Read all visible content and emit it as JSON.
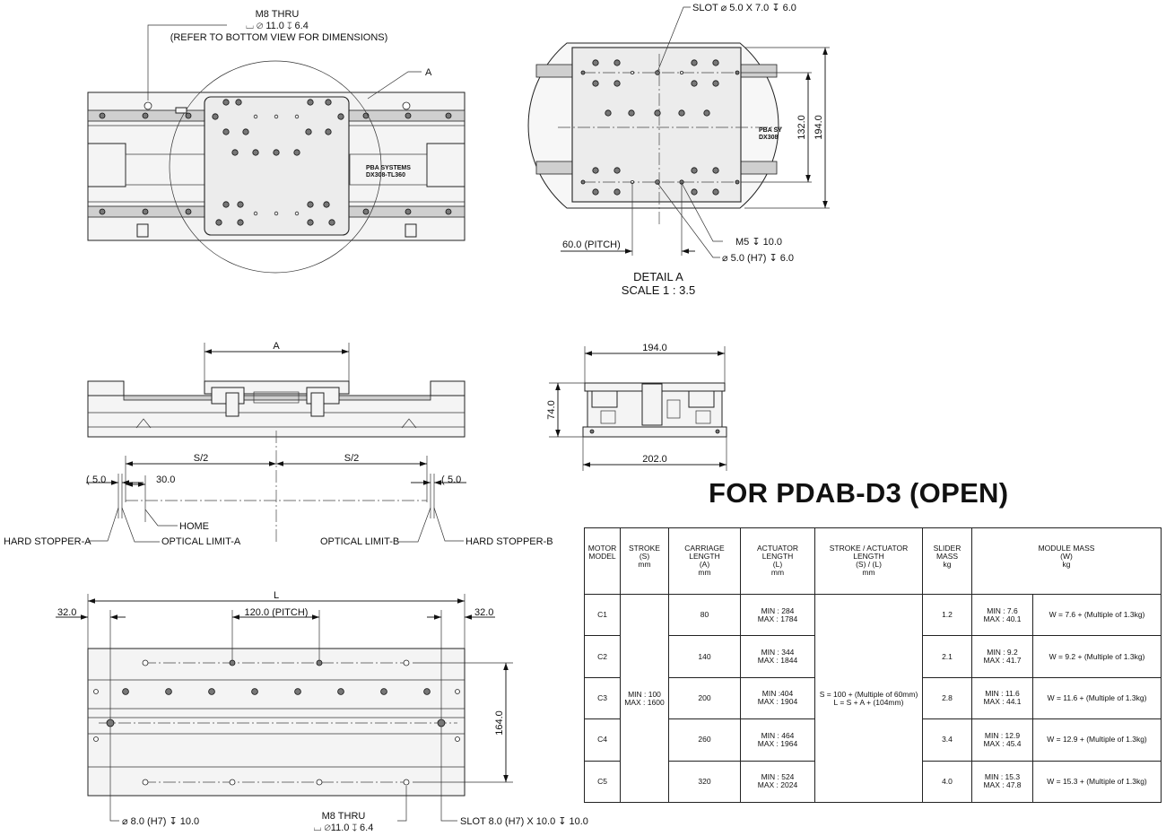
{
  "top_view": {
    "m8_callout": [
      "M8 THRU",
      "⌴ ⌀ 11.0 ↧ 6.4",
      "(REFER TO BOTTOM VIEW FOR DIMENSIONS)"
    ],
    "detail_marker": "A",
    "carriage_label": [
      "PBA SYSTEMS",
      "DX308-TL360"
    ]
  },
  "detail_a": {
    "slot_callout": "SLOT ⌀ 5.0 X 7.0 ↧ 6.0",
    "dim_132": "132.0",
    "dim_194": "194.0",
    "pitch": "60.0 (PITCH)",
    "m5_callout": "M5 ↧ 10.0",
    "pin_callout": "⌀ 5.0 (H7) ↧ 6.0",
    "carriage_label": [
      "PBA SY",
      "DX308"
    ],
    "caption": [
      "DETAIL A",
      "SCALE 1 : 3.5"
    ]
  },
  "side_view": {
    "dim_a": "A",
    "s_half_left": "S/2",
    "s_half_right": "S/2",
    "gap_left": "5.0",
    "gap_right": "5.0",
    "home_offset": "30.0",
    "home": "HOME",
    "hard_stopper_a": "HARD STOPPER-A",
    "optical_limit_a": "OPTICAL LIMIT-A",
    "optical_limit_b": "OPTICAL LIMIT-B",
    "hard_stopper_b": "HARD STOPPER-B"
  },
  "end_view": {
    "width_top": "194.0",
    "height": "74.0",
    "width_bottom": "202.0"
  },
  "bottom_view": {
    "length": "L",
    "end_left": "32.0",
    "end_right": "32.0",
    "pitch": "120.0 (PITCH)",
    "width": "164.0",
    "pin_callout": "⌀ 8.0 (H7) ↧ 10.0",
    "m8_callout": [
      "M8 THRU",
      "⌴ ⌀11.0 ↧ 6.4"
    ],
    "slot_callout": "SLOT 8.0 (H7) X 10.0 ↧ 10.0"
  },
  "title": "FOR PDAB-D3 (OPEN)",
  "table": {
    "headers": [
      "MOTOR\nMODEL",
      "STROKE\n(S)\nmm",
      "CARRIAGE\nLENGTH\n(A)\nmm",
      "ACTUATOR\nLENGTH\n(L)\nmm",
      "STROKE / ACTUATOR\nLENGTH\n(S) / (L)\nmm",
      "SLIDER\nMASS\nkg",
      "MODULE MASS\n(W)\nkg"
    ],
    "stroke_range": "MIN : 100\nMAX : 1600",
    "stroke_ratio": "S = 100 + (Multiple of 60mm)\nL = S + A + (104mm)",
    "rows": [
      {
        "model": "C1",
        "carriage": "80",
        "actuator": "MIN : 284\nMAX : 1784",
        "slider": "1.2",
        "mass_range": "MIN : 7.6\nMAX : 40.1",
        "formula": "W = 7.6 + (Multiple of 1.3kg)"
      },
      {
        "model": "C2",
        "carriage": "140",
        "actuator": "MIN : 344\nMAX : 1844",
        "slider": "2.1",
        "mass_range": "MIN : 9.2\nMAX : 41.7",
        "formula": "W = 9.2 + (Multiple of 1.3kg)"
      },
      {
        "model": "C3",
        "carriage": "200",
        "actuator": "MIN :404\nMAX : 1904",
        "slider": "2.8",
        "mass_range": "MIN : 11.6\nMAX : 44.1",
        "formula": "W = 11.6 + (Multiple of 1.3kg)"
      },
      {
        "model": "C4",
        "carriage": "260",
        "actuator": "MIN : 464\nMAX : 1964",
        "slider": "3.4",
        "mass_range": "MIN : 12.9\nMAX : 45.4",
        "formula": "W = 12.9 + (Multiple of 1.3kg)"
      },
      {
        "model": "C5",
        "carriage": "320",
        "actuator": "MIN : 524\nMAX : 2024",
        "slider": "4.0",
        "mass_range": "MIN : 15.3\nMAX : 47.8",
        "formula": "W = 15.3 + (Multiple of 1.3kg)"
      }
    ]
  }
}
